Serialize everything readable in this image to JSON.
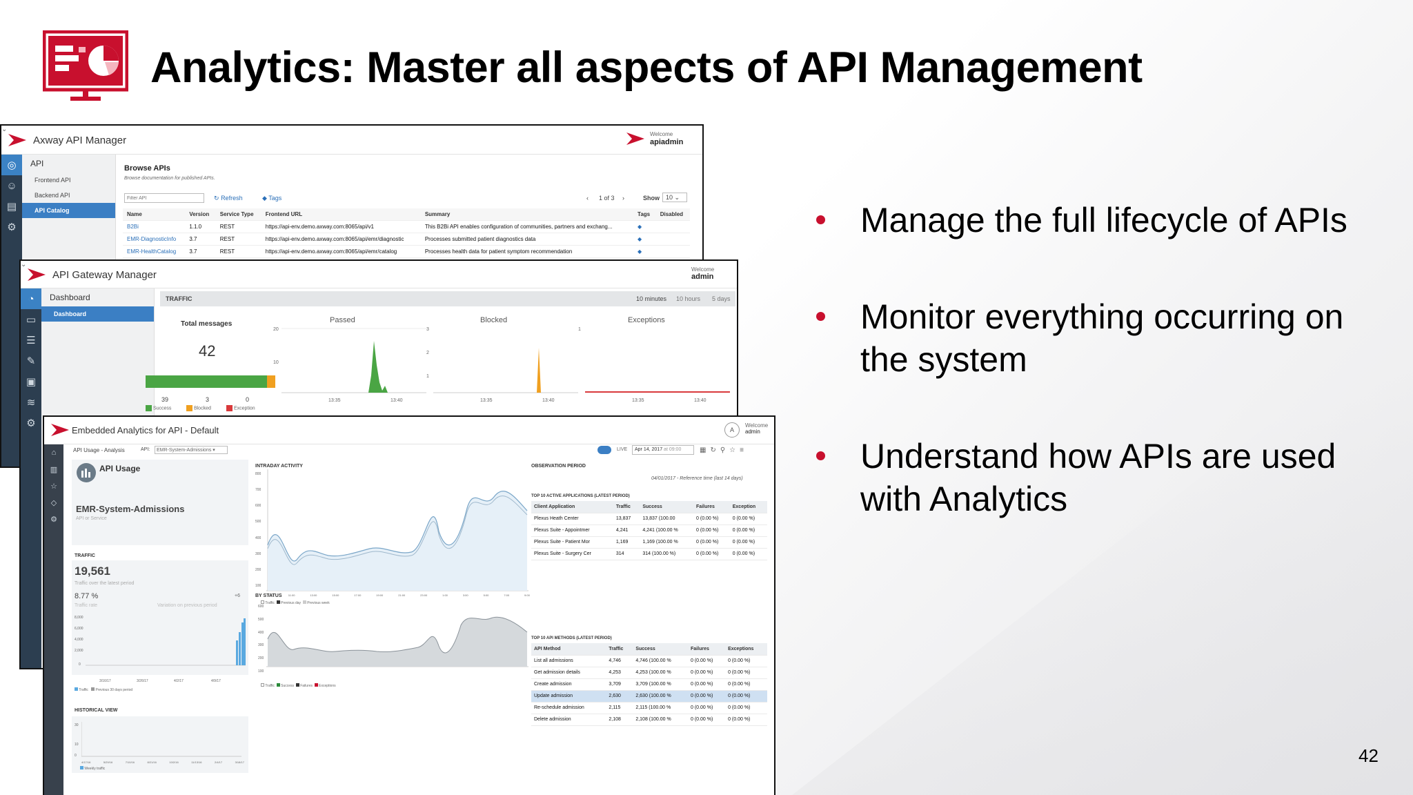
{
  "slide": {
    "title": "Analytics: Master all aspects of API Management",
    "page_number": "42",
    "bullets": [
      "Manage the full lifecycle of APIs",
      "Monitor everything occurring on the system",
      "Understand how APIs are used with Analytics"
    ],
    "colors": {
      "accent": "#c8102e",
      "rail": "#2c3e50",
      "blue": "#3b7fc4"
    }
  },
  "api_manager": {
    "app_title": "Axway API Manager",
    "welcome": "Welcome",
    "user": "apiadmin",
    "nav": {
      "head": "API",
      "items": [
        "Frontend API",
        "Backend API",
        "API Catalog"
      ],
      "selected": "API Catalog"
    },
    "page_title": "Browse APIs",
    "page_subtitle": "Browse documentation for published APIs.",
    "filter_placeholder": "Filter API",
    "refresh_label": "Refresh",
    "tags_label": "Tags",
    "pager": "1 of 3",
    "show_label": "Show",
    "show_value": "10",
    "columns": [
      "Name",
      "Version",
      "Service Type",
      "Frontend URL",
      "Summary",
      "Tags",
      "Disabled"
    ],
    "rows": [
      [
        "B2Bi",
        "1.1.0",
        "REST",
        "https://api-env.demo.axway.com:8065/api/v1",
        "This B2Bi API enables configuration of communities, partners and exchang..."
      ],
      [
        "EMR-DiagnosticInfo",
        "3.7",
        "REST",
        "https://api-env.demo.axway.com:8065/api/emr/diagnostic",
        "Processes submitted patient diagnostics data"
      ],
      [
        "EMR-HealthCatalog",
        "3.7",
        "REST",
        "https://api-env.demo.axway.com:8065/api/emr/catalog",
        "Processes health data for patient symptom recommendation"
      ]
    ]
  },
  "gateway_manager": {
    "app_title": "API Gateway Manager",
    "welcome": "Welcome",
    "user": "admin",
    "nav": {
      "head": "Dashboard",
      "selected": "Dashboard"
    },
    "section": "TRAFFIC",
    "ranges": [
      "10 minutes",
      "10 hours",
      "5 days"
    ],
    "total_label": "Total messages",
    "total_value": "42",
    "success_count": "39",
    "blocked_count": "3",
    "exception_count": "0",
    "legend": [
      "Success",
      "Blocked",
      "Exception"
    ],
    "charts": [
      {
        "title": "Passed",
        "y_ticks": [
          "20",
          "10"
        ],
        "x_ticks": [
          "13:35",
          "13:40"
        ]
      },
      {
        "title": "Blocked",
        "y_ticks": [
          "3",
          "2",
          "1"
        ],
        "x_ticks": [
          "13:35",
          "13:40"
        ]
      },
      {
        "title": "Exceptions",
        "y_ticks": [
          "1"
        ],
        "x_ticks": [
          "13:35",
          "13:40"
        ]
      }
    ]
  },
  "embedded_analytics": {
    "app_title": "Embedded Analytics for API - Default",
    "welcome": "Welcome",
    "user": "admin",
    "avatar_letter": "A",
    "breadcrumb": "API Usage - Analysis",
    "api_label": "API:",
    "api_select": "EMR-System-Admissions",
    "live_label": "LIVE",
    "date_value": "Apr 14, 2017",
    "date_time": "at 09:00",
    "card_title": "API Usage",
    "api_name": "EMR-System-Admissions",
    "api_sub": "API or Service",
    "traffic_label": "TRAFFIC",
    "traffic_value": "19,561",
    "traffic_sub": "Traffic over the latest period",
    "rate_value": "8.77 %",
    "rate_sub": "Traffic rate",
    "variation_label": "Variation on previous period",
    "variation_value": "+6",
    "traffic_yticks": [
      "8,000",
      "6,000",
      "4,000",
      "2,000",
      "0"
    ],
    "traffic_xticks": [
      "3/16/17",
      "3/26/17",
      "4/2/17",
      "4/9/17"
    ],
    "traffic_legend": [
      "Traffic",
      "Previous 30 days period"
    ],
    "historical_label": "HISTORICAL VIEW",
    "hist_yticks": [
      "30",
      "10",
      "0"
    ],
    "hist_xticks": [
      "4/17/16",
      "5/29/16",
      "7/10/16",
      "8/21/16",
      "10/2/16",
      "11/13/16",
      "2/4/17",
      "3/18/17"
    ],
    "hist_legend": "Weekly traffic",
    "intraday_label": "INTRADAY ACTIVITY",
    "intraday_yticks": [
      "800",
      "700",
      "600",
      "500",
      "400",
      "300",
      "200",
      "100"
    ],
    "hour_ticks": [
      "0:00",
      "11:00",
      "13:00",
      "15:00",
      "17:00",
      "19:00",
      "21:00",
      "23:00",
      "1:00",
      "3:00",
      "5:00",
      "7:00",
      "9:00"
    ],
    "intraday_legend": [
      "Traffic",
      "Previous day",
      "Previous week"
    ],
    "status_label": "BY STATUS",
    "status_yticks": [
      "600",
      "500",
      "400",
      "300",
      "200",
      "100"
    ],
    "status_legend": [
      "Traffic",
      "Success",
      "Failures",
      "Exceptions"
    ],
    "observation_label": "OBSERVATION PERIOD",
    "reference_text": "04/01/2017 - Reference time (last 14 days)",
    "top_apps_label": "TOP 10 ACTIVE APPLICATIONS (LATEST PERIOD)",
    "apps_columns": [
      "Client Application",
      "Traffic",
      "Success",
      "Failures",
      "Exception"
    ],
    "apps_rows": [
      [
        "Plexus Heath Center",
        "13,837",
        "13,837 (100.00",
        "0 (0.00 %)",
        "0 (0.00 %)"
      ],
      [
        "Plexus Suite - Appointmer",
        "4,241",
        "4,241 (100.00 %",
        "0 (0.00 %)",
        "0 (0.00 %)"
      ],
      [
        "Plexus Suite - Patient Mor",
        "1,169",
        "1,169 (100.00 %",
        "0 (0.00 %)",
        "0 (0.00 %)"
      ],
      [
        "Plexus Suite - Surgery Cer",
        "314",
        "314 (100.00 %)",
        "0 (0.00 %)",
        "0 (0.00 %)"
      ]
    ],
    "top_methods_label": "TOP 10 API METHODS (LATEST PERIOD)",
    "methods_columns": [
      "API Method",
      "Traffic",
      "Success",
      "Failures",
      "Exceptions"
    ],
    "methods_rows": [
      [
        "List all admissions",
        "4,746",
        "4,746 (100.00 %",
        "0 (0.00 %)",
        "0 (0.00 %)"
      ],
      [
        "Get admission details",
        "4,253",
        "4,253 (100.00 %",
        "0 (0.00 %)",
        "0 (0.00 %)"
      ],
      [
        "Create admission",
        "3,709",
        "3,709 (100.00 %",
        "0 (0.00 %)",
        "0 (0.00 %)"
      ],
      [
        "Update admission",
        "2,630",
        "2,630 (100.00 %",
        "0 (0.00 %)",
        "0 (0.00 %)"
      ],
      [
        "Re-schedule admission",
        "2,115",
        "2,115 (100.00 %",
        "0 (0.00 %)",
        "0 (0.00 %)"
      ],
      [
        "Delete admission",
        "2,108",
        "2,108 (100.00 %",
        "0 (0.00 %)",
        "0 (0.00 %)"
      ]
    ],
    "highlight_method": "Update admission"
  }
}
